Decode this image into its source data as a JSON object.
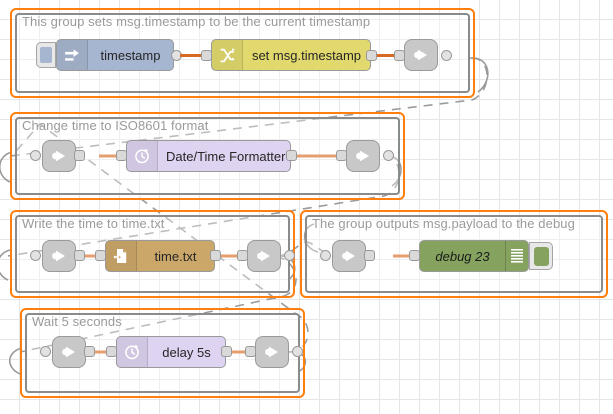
{
  "editor": {
    "app": "Node-RED flow editor",
    "canvas_background": "#ffffff",
    "grid_color": "#e6e6e6",
    "group_border_color": "#ff7f0e",
    "group_inner_border_color": "#888c8c",
    "wire_color": "#d66a23",
    "link_wire_color": "#999999"
  },
  "groups": [
    {
      "id": "group-timestamp",
      "label": "This group sets msg.timestamp to be the current timestamp",
      "nodes": [
        "inject-timestamp",
        "change-set-timestamp",
        "link-out-1"
      ]
    },
    {
      "id": "group-iso8601",
      "label": "Change time to ISO8601 format",
      "nodes": [
        "link-in-2",
        "datetime-formatter",
        "link-out-2"
      ]
    },
    {
      "id": "group-writefile",
      "label": "Write the time to time.txt",
      "nodes": [
        "link-in-3",
        "file-time-txt",
        "link-out-3"
      ]
    },
    {
      "id": "group-debug",
      "label": "The group outputs msg.payload to the debug",
      "nodes": [
        "link-in-4",
        "debug-23"
      ]
    },
    {
      "id": "group-delay",
      "label": "Wait 5 seconds",
      "nodes": [
        "link-in-5",
        "delay-5s",
        "link-out-5"
      ]
    }
  ],
  "nodes": {
    "inject_timestamp": {
      "label": "timestamp",
      "type": "inject",
      "icon": "inject-arrow-icon",
      "color": "#a7b6d0",
      "button": "inject-trigger-button"
    },
    "change_set_timestamp": {
      "label": "set msg.timestamp",
      "type": "change",
      "icon": "swap-arrows-icon",
      "color": "#e2d96e"
    },
    "datetime_formatter": {
      "label": "Date/Time Formatter",
      "type": "date-time-formatter",
      "icon": "clock-icon",
      "color": "#ded3f0"
    },
    "file_time_txt": {
      "label": "time.txt",
      "type": "file-write",
      "icon": "file-arrow-icon",
      "color": "#cba76a"
    },
    "debug_23": {
      "label": "debug 23",
      "type": "debug",
      "icon": "debug-lines-icon",
      "color": "#85a35f",
      "toggle": "debug-enable-toggle"
    },
    "delay_5s": {
      "label": "delay 5s",
      "type": "delay",
      "icon": "clock-icon",
      "color": "#ded3f0"
    },
    "link_out": {
      "type": "link out",
      "icon": "link-out-icon",
      "color": "#c8c8c8"
    },
    "link_in": {
      "type": "link in",
      "icon": "link-in-icon",
      "color": "#c8c8c8"
    }
  }
}
